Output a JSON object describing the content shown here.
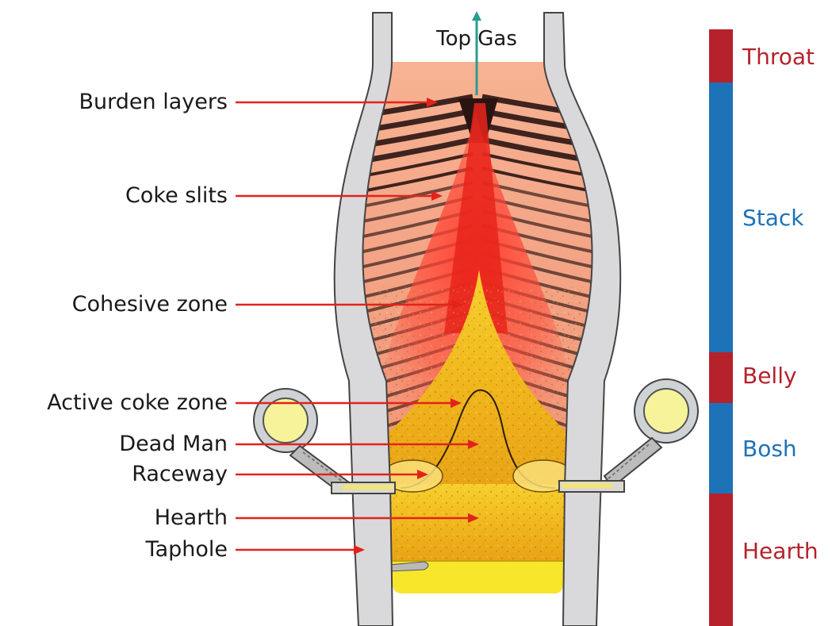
{
  "top_label": "Top Gas",
  "labels": [
    {
      "key": "burden_layers",
      "text": "Burden layers"
    },
    {
      "key": "coke_slits",
      "text": "Coke slits"
    },
    {
      "key": "cohesive_zone",
      "text": "Cohesive zone"
    },
    {
      "key": "active_coke_zone",
      "text": "Active coke zone"
    },
    {
      "key": "dead_man",
      "text": "Dead Man"
    },
    {
      "key": "raceway",
      "text": "Raceway"
    },
    {
      "key": "hearth",
      "text": "Hearth"
    },
    {
      "key": "taphole",
      "text": "Taphole"
    }
  ],
  "zones": [
    {
      "key": "throat",
      "text": "Throat",
      "color": "#b5222c"
    },
    {
      "key": "stack",
      "text": "Stack",
      "color": "#1d72b8"
    },
    {
      "key": "belly",
      "text": "Belly",
      "color": "#b5222c"
    },
    {
      "key": "bosh",
      "text": "Bosh",
      "color": "#1d72b8"
    },
    {
      "key": "hearth_zone",
      "text": "Hearth",
      "color": "#b5222c"
    }
  ],
  "colors": {
    "arrow": "#e2231a",
    "top_gas_arrow": "#2a9d8f",
    "wall_fill": "#d9d9db",
    "wall_stroke": "#444444",
    "burden_ore": "#f4a988",
    "coke_dark": "#2a1412",
    "cohesive_red": "#e83a2f",
    "coke_yellow": "#f2c21a",
    "hot_metal": "#f7e62a"
  }
}
